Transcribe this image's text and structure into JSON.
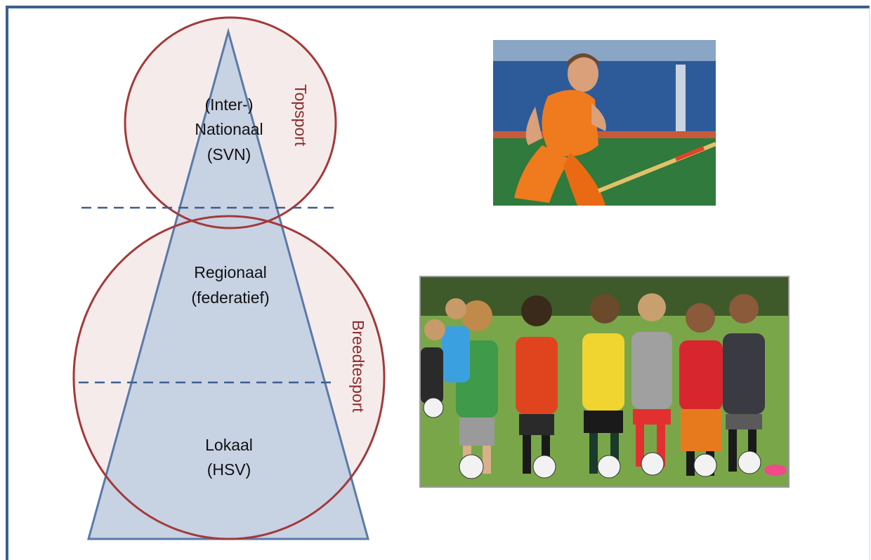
{
  "diagram": {
    "levels": [
      {
        "line1": "(Inter-)",
        "line2": "Nationaal",
        "line3": "(SVN)"
      },
      {
        "line1": "Regionaal",
        "line2": "(federatief)"
      },
      {
        "line1": "Lokaal",
        "line2": "(HSV)"
      }
    ],
    "circles": [
      {
        "label": "Topsport"
      },
      {
        "label": "Breedtesport"
      }
    ]
  },
  "images": [
    {
      "icon": "field-hockey-player-celebrating-photo"
    },
    {
      "icon": "youth-soccer-team-photo"
    }
  ],
  "colors": {
    "frame": "#3d5f8f",
    "triangle_fill": "#c7d2e3",
    "triangle_stroke": "#5a7aa8",
    "circle_fill": "#f6ebeb",
    "circle_stroke": "#a23a3a",
    "dash": "#3d5f8f"
  }
}
